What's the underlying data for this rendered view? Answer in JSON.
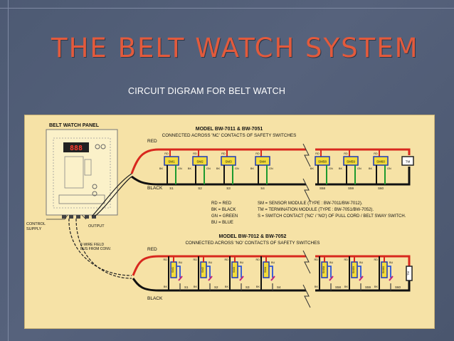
{
  "slide": {
    "title": "THE BELT WATCH SYSTEM",
    "subtitle": "CIRCUIT DIGRAM FOR BELT WATCH"
  },
  "colors": {
    "title": "#e35a3c",
    "background": "#4f5b74",
    "panel_bg": "#f6e2a6",
    "wire_red": "#d8281e",
    "wire_black": "#111111",
    "wire_green": "#1c9a2e",
    "wire_blue": "#2a55d8",
    "module_yellow": "#f4dc3a",
    "module_border": "#1d3ab8",
    "switch_magenta": "#c0237b"
  },
  "diagram": {
    "panel": {
      "title": "BELT WATCH PANEL",
      "display": "888",
      "control_supply": "CONTROL\nSUPPLY",
      "output": "OUTPUT",
      "field_bus": "2-WIRE FIELD\nBUS FROM CONV."
    },
    "upper": {
      "model": "MODEL BW-7011 & BW-7051",
      "connection": "CONNECTED ACROSS 'NC' CONTACTS OF SAFETY SWITCHES",
      "red_label": "RED",
      "black_label": "BLACK",
      "module_labels": [
        "SM1",
        "SM2",
        "SM3",
        "SM4",
        "SM58",
        "SM59",
        "SM60"
      ],
      "switch_labels": [
        "S1",
        "S2",
        "S3",
        "S4",
        "S58",
        "S59",
        "S60"
      ],
      "terminal_labels": [
        "RD",
        "BK",
        "GN"
      ],
      "tm_label": "TM"
    },
    "legend": {
      "left": [
        "RD = RED",
        "BK = BLACK",
        "GN = GREEN",
        "BU = BLUE"
      ],
      "right": [
        "SM = SENSOR MODULE (TYPE : BW-7011/BW-7012).",
        "TM = TERMINATION MODULE (TYPE : BW-7051/BW-7052).",
        "S   = SWITCH CONTACT ('NC' / 'NO') OF PULL CORD / BELT SWAY SWITCH."
      ]
    },
    "lower": {
      "model": "MODEL BW-7012 & BW-7052",
      "connection": "CONNECTED ACROSS 'NO' CONTACTS OF SAFETY SWITCHES",
      "red_label": "RED",
      "black_label": "BLACK",
      "module_labels": [
        "SM1",
        "SM2",
        "SM3",
        "SM4",
        "SM58",
        "SM59",
        "SM60"
      ],
      "switch_labels": [
        "S1",
        "S2",
        "S3",
        "S4",
        "S58",
        "S59",
        "S60"
      ],
      "terminal_labels": [
        "RD",
        "BU",
        "BK"
      ],
      "tm_label": "TM"
    }
  }
}
